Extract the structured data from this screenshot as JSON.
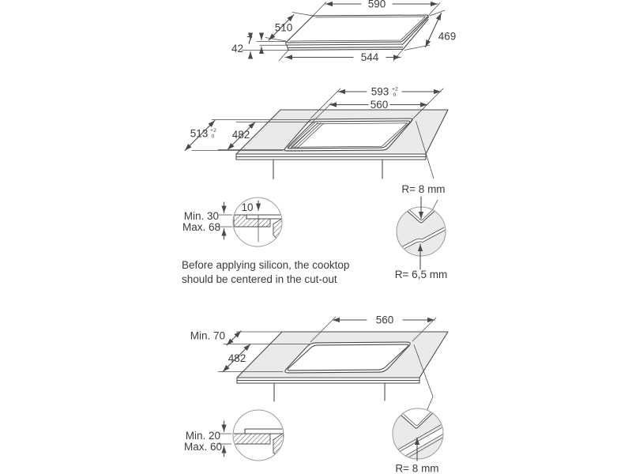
{
  "colors": {
    "line": "#4a4a4a",
    "counter_fill": "#e9eaea",
    "text": "#3b3b3b",
    "detail_circle_outline": "#9a9a9a"
  },
  "product_view": {
    "width_top": "590",
    "depth_left": "510",
    "glass_thickness": "7",
    "total_height": "42",
    "width_bottom": "544",
    "depth_right": "469"
  },
  "flush_view": {
    "cutout_width": "593",
    "cutout_width_tol_upper": "+2",
    "cutout_width_tol_lower": "0",
    "glass_width": "560",
    "cutout_depth": "513",
    "cutout_depth_tol_upper": "+2",
    "cutout_depth_tol_lower": "0",
    "glass_depth": "482"
  },
  "flush_section_detail": {
    "recess_width": "10",
    "min_thickness": "Min. 30",
    "max_thickness": "Max. 68"
  },
  "flush_corner_detail": {
    "cutout_radius": "R= 8 mm",
    "glass_radius": "R= 6,5 mm"
  },
  "note": {
    "line1": "Before applying silicon, the cooktop",
    "line2": "should be centered in the cut-out"
  },
  "surface_view": {
    "min_rear_clearance": "Min. 70",
    "cutout_width": "560",
    "cutout_depth": "482"
  },
  "surface_section_detail": {
    "min_thickness": "Min. 20",
    "max_thickness": "Max. 60"
  },
  "surface_corner_detail": {
    "cutout_radius": "R= 8 mm"
  }
}
